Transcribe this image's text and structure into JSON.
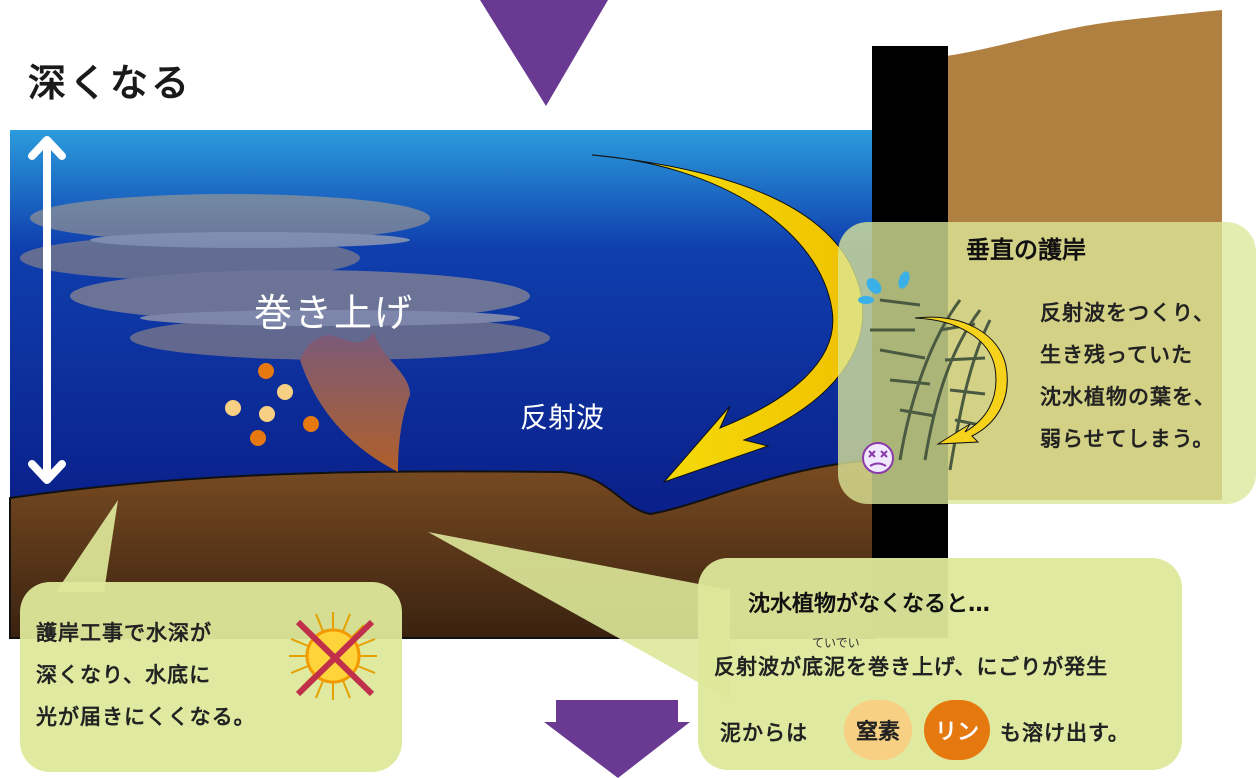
{
  "labels": {
    "title": "深くなる",
    "stir_up": "巻き上げ",
    "reflected_wave": "反射波"
  },
  "vertical_bank_panel": {
    "title": "垂直の護岸",
    "lines": [
      "反射波をつくり、",
      "生き残っていた",
      "沈水植物の葉を、",
      "弱らせてしまう。"
    ]
  },
  "left_panel": {
    "lines": [
      "護岸工事で水深が",
      "深くなり、水底に",
      "光が届きにくくなる。"
    ]
  },
  "bottom_panel": {
    "title": "沈水植物がなくなると…",
    "ruby": "ていでい",
    "line1": "反射波が底泥を巻き上げ、にごりが発生",
    "line2_start": "泥からは",
    "nitrogen": "窒素",
    "phosphorus": "リン",
    "line2_end": "も溶け出す。"
  },
  "colors": {
    "water_top": "#2c9cdc",
    "water_bottom": "#0a1e88",
    "mud_top": "#7a4c22",
    "mud_bottom": "#3a2210",
    "bank_soil": "#b08040",
    "wall": "#000000",
    "arrow_purple": "#6a3a92",
    "wave_arrow": "#f6e40c",
    "panel": "#dde89a",
    "nitrogen": "#f7d083",
    "phosphorus": "#e5780f"
  }
}
